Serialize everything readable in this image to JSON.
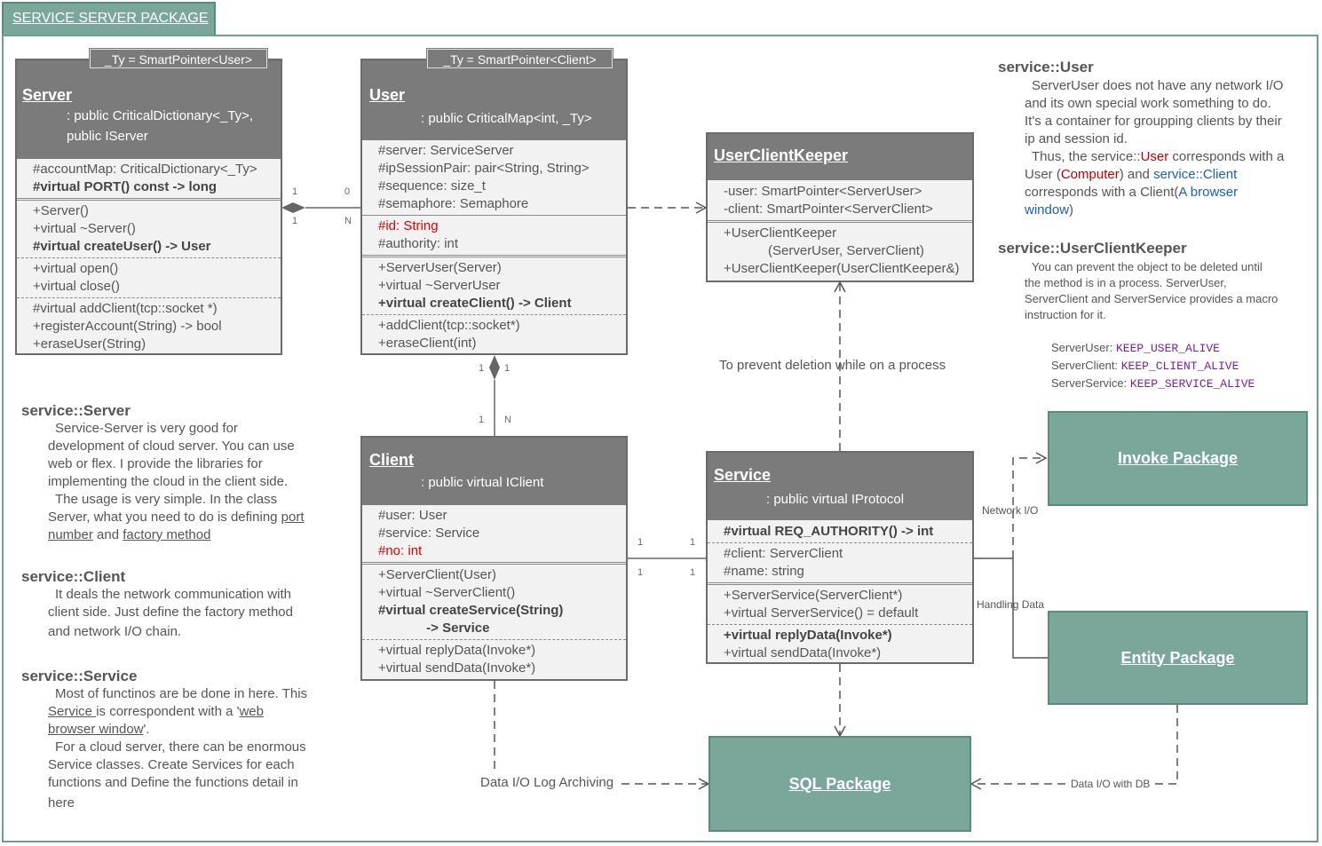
{
  "package_title": "SERVICE SERVER PACKAGE",
  "classes": {
    "server": {
      "template": "_Ty = SmartPointer<User>",
      "name": "Server",
      "ext": [
        ": public CriticalDictionary<_Ty>,",
        "public IServer"
      ],
      "attrs": [
        {
          "t": "#accountMap: CriticalDictionary<_Ty>",
          "s": ""
        },
        {
          "t": "#virtual PORT() const -> long",
          "s": "b"
        }
      ],
      "ops1": [
        {
          "t": "+Server()",
          "s": ""
        },
        {
          "t": "+virtual ~Server()",
          "s": ""
        },
        {
          "t": "#virtual createUser() -> User",
          "s": "b"
        }
      ],
      "ops2": [
        {
          "t": "+virtual open()",
          "s": ""
        },
        {
          "t": "+virtual close()",
          "s": ""
        }
      ],
      "ops3": [
        {
          "t": "#virtual addClient(tcp::socket *)",
          "s": ""
        },
        {
          "t": "+registerAccount(String) -> bool",
          "s": ""
        },
        {
          "t": "+eraseUser(String)",
          "s": ""
        }
      ]
    },
    "user": {
      "template": "_Ty = SmartPointer<Client>",
      "name": "User",
      "ext": [
        ": public CriticalMap<int, _Ty>"
      ],
      "attrs": [
        {
          "t": "#server: ServiceServer",
          "s": ""
        },
        {
          "t": "#ipSessionPair: pair<String, String>",
          "s": ""
        },
        {
          "t": "#sequence: size_t",
          "s": ""
        },
        {
          "t": "#semaphore: Semaphore",
          "s": ""
        }
      ],
      "attrs2": [
        {
          "t": "#id: String",
          "s": "r"
        },
        {
          "t": "#authority: int",
          "s": ""
        }
      ],
      "ops1": [
        {
          "t": "+ServerUser(Server)",
          "s": ""
        },
        {
          "t": "+virtual ~ServerUser",
          "s": ""
        },
        {
          "t": "+virtual createClient()  -> Client",
          "s": "b"
        }
      ],
      "ops2": [
        {
          "t": "+addClient(tcp::socket*)",
          "s": ""
        },
        {
          "t": "+eraseClient(int)",
          "s": ""
        }
      ]
    },
    "keeper": {
      "name": "UserClientKeeper",
      "attrs": [
        {
          "t": "-user: SmartPointer<ServerUser>",
          "s": ""
        },
        {
          "t": "-client: SmartPointer<ServerClient>",
          "s": ""
        }
      ],
      "ops1": [
        {
          "t": "+UserClientKeeper",
          "s": ""
        },
        {
          "t": "            (ServerUser, ServerClient)",
          "s": ""
        },
        {
          "t": "+UserClientKeeper(UserClientKeeper&)",
          "s": ""
        }
      ]
    },
    "client": {
      "name": "Client",
      "ext": [
        ": public virtual IClient"
      ],
      "attrs": [
        {
          "t": "#user: User",
          "s": ""
        },
        {
          "t": "#service: Service",
          "s": ""
        },
        {
          "t": "#no: int",
          "s": "r"
        }
      ],
      "ops1": [
        {
          "t": "+ServerClient(User)",
          "s": ""
        },
        {
          "t": "+virtual ~ServerClient()",
          "s": ""
        },
        {
          "t": "#virtual createService(String)",
          "s": "b"
        },
        {
          "t": "             -> Service",
          "s": "b"
        }
      ],
      "ops2": [
        {
          "t": "+virtual replyData(Invoke*)",
          "s": ""
        },
        {
          "t": "+virtual sendData(Invoke*)",
          "s": ""
        }
      ]
    },
    "service": {
      "name": "Service",
      "ext": [
        ": public virtual IProtocol"
      ],
      "attrs0": [
        {
          "t": "#virtual REQ_AUTHORITY() -> int",
          "s": "b"
        }
      ],
      "attrs": [
        {
          "t": "#client: ServerClient",
          "s": ""
        },
        {
          "t": "#name: string",
          "s": ""
        }
      ],
      "ops1": [
        {
          "t": "+ServerService(ServerClient*)",
          "s": ""
        },
        {
          "t": "+virtual ServerService() = default",
          "s": ""
        }
      ],
      "ops2": [
        {
          "t": "+virtual replyData(Invoke*)",
          "s": "b"
        },
        {
          "t": "+virtual sendData(Invoke*)",
          "s": ""
        }
      ]
    }
  },
  "packages": {
    "invoke": "Invoke Package",
    "entity": "Entity Package",
    "sql": "SQL Package"
  },
  "labels": {
    "prevent": "To prevent deletion while on a process",
    "network": "Network I/O",
    "handling": "Handling Data",
    "log": "Data I/O Log Archiving",
    "db": "Data I/O with DB"
  },
  "mult": {
    "srv_user_l1": "1",
    "srv_user_r1": "0",
    "srv_user_l2": "1",
    "srv_user_r2": "N",
    "user_client_t1": "1",
    "user_client_t2": "1",
    "user_client_b1": "1",
    "user_client_b2": "N",
    "cl_svc_t1": "1",
    "cl_svc_t2": "1",
    "cl_svc_b1": "1",
    "cl_svc_b2": "1"
  },
  "notes": {
    "user": {
      "title": "service::User",
      "l1": "ServerUser does not have any network I/O",
      "l2": "and its own special work something to do.",
      "l3": "It's a container for groupping clients by their",
      "l4": "ip and session id.",
      "l5a": "Thus, the service::",
      "l5b": "User",
      "l5c": " corresponds with a",
      "l6a": "User (",
      "l6b": "Computer",
      "l6c": ") and ",
      "l6d": "service::Client",
      "l7a": "corresponds with a Client(",
      "l7b": "A browser",
      "l8a": "window",
      "l8b": ")"
    },
    "keeper": {
      "title": "service::UserClientKeeper",
      "l1": "You can prevent the object to be deleted until",
      "l2": "the method is in a process. ServerUser,",
      "l3": "ServerClient and ServerService provides a macro",
      "l4": "instruction for it.",
      "m1a": "ServerUser: ",
      "m1b": "KEEP_USER_ALIVE",
      "m2a": "ServerClient: ",
      "m2b": "KEEP_CLIENT_ALIVE",
      "m3a": "ServerService: ",
      "m3b": "KEEP_SERVICE_ALIVE"
    },
    "server": {
      "title": "service::Server",
      "l1": "Service-Server is very good for",
      "l2": "development of cloud server. You can use",
      "l3": "web or flex. I provide the libraries for",
      "l4": "implementing the cloud in the client side.",
      "l5": "The usage is very simple. In the class",
      "l6a": "Server, what you need to do is defining ",
      "l6b": "port",
      "l7a": "number",
      "l7b": " and ",
      "l7c": "factory method"
    },
    "client": {
      "title": "service::Client",
      "l1": "It deals the network communication with",
      "l2": "client side. Just define the factory method",
      "l3": "and network I/O chain."
    },
    "service": {
      "title": "service::Service",
      "l1": "Most of functinos are be done in here. This",
      "l2a": "Service ",
      "l2b": "is correspondent with a '",
      "l2c": "web",
      "l3a": "browser window",
      "l3b": "'.",
      "l4": "For a cloud server, there can be enormous",
      "l5": "Service classes. Create Services for each",
      "l6": "functions and Define the functions detail in",
      "l7": "here"
    }
  }
}
